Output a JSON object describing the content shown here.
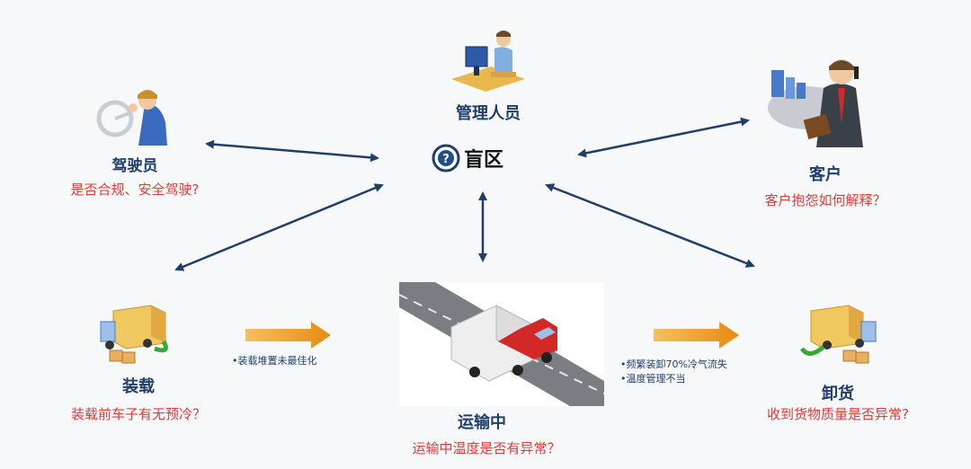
{
  "center": {
    "label": "盲区",
    "icon": "question-circle-icon"
  },
  "manager": {
    "label": "管理人员",
    "icon": "office-worker-icon"
  },
  "driver": {
    "label": "驾驶员",
    "question": "是否合规、安全驾驶?",
    "icon": "driver-steering-wheel-icon"
  },
  "customer": {
    "label": "客户",
    "question": "客户抱怨如何解释？",
    "icon": "businessman-phone-icon"
  },
  "loading": {
    "label": "装载",
    "question": "装载前车子有无预冷？",
    "icon": "truck-loading-boxes-icon"
  },
  "transit": {
    "label": "运输中",
    "question": "运输中温度是否有异常？",
    "icon": "truck-on-road-icon"
  },
  "unloading": {
    "label": "卸货",
    "question": "收到货物质量是否异常?",
    "icon": "truck-unloading-boxes-icon"
  },
  "notes": {
    "loading_transit": "•装载堆置未最佳化",
    "transit_unloading_1": "•频繁装卸70%冷气流失",
    "transit_unloading_2": "•温度管理不当"
  },
  "colors": {
    "arrow": "#1f3e6a",
    "accent_red": "#e53935",
    "flow_arrow": "#f0a030",
    "label_blue": "#1f3e6a"
  }
}
